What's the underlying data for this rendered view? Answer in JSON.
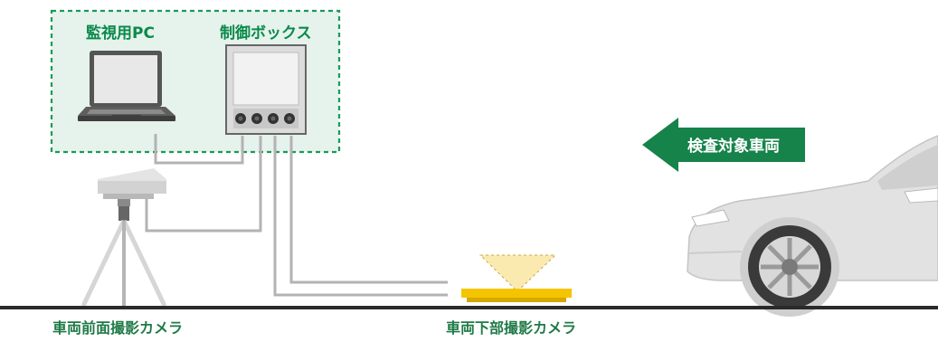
{
  "labels": {
    "monitor_pc": "監視用PC",
    "control_box": "制御ボックス",
    "target_vehicle": "検査対象車両",
    "front_camera": "車両前面撮影カメラ",
    "under_camera": "車両下部撮影カメラ"
  },
  "colors": {
    "panel_fill": "#e6f2ec",
    "panel_border": "#1a9a5a",
    "label_green": "#0a8a4a",
    "arrow_fill": "#16834a",
    "cable": "#b0b0b0",
    "ground": "#2a2a2a",
    "camera_yellow": "#f5c400",
    "light_cone": "#fbeab0",
    "device_gray": "#d4d4d4",
    "car_body": "#e2e2e2"
  },
  "icons": [
    "laptop-icon",
    "control-box-icon",
    "front-camera-icon",
    "tripod-icon",
    "under-camera-icon",
    "car-icon",
    "arrow-left-icon"
  ]
}
